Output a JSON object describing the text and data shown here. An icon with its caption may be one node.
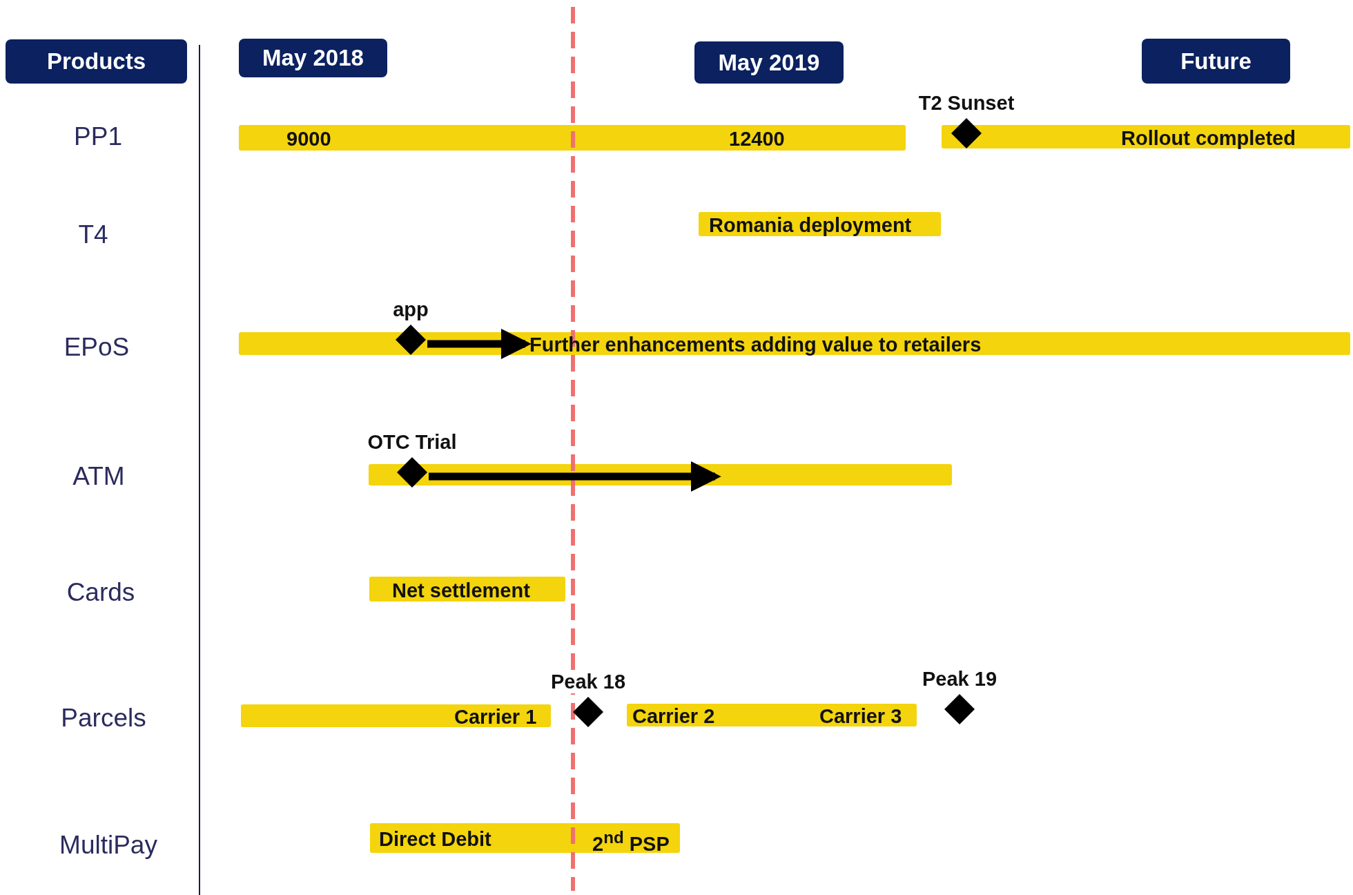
{
  "diagram": {
    "nodes": [
      {
        "text": [
          "Products"
        ]
      },
      {
        "text": [
          "May 2018"
        ]
      },
      {
        "text": [
          "May 2019"
        ]
      },
      {
        "text": [
          "Future"
        ]
      },
      {
        "text": [
          "T2 Sunset"
        ]
      },
      {
        "text": [
          "9000",
          "12400"
        ]
      },
      {
        "text": [
          "Rollout completed"
        ]
      },
      {
        "text": [
          "Romania deployment"
        ]
      },
      {
        "text": [
          "app"
        ]
      },
      {
        "text": [
          "Further enhancements adding value to retailers"
        ]
      },
      {
        "text": [
          "OTC Trial"
        ]
      },
      {
        "text": [],
        "shape": "bar"
      },
      {
        "text": [
          "Net settlement"
        ]
      },
      {
        "text": [
          "Peak 18"
        ]
      },
      {
        "text": [
          "Peak 19"
        ]
      },
      {
        "text": [
          "Carrier 1"
        ]
      },
      {
        "text": [
          "Carrier 2",
          "Carrier 3"
        ]
      },
      {
        "text": [
          "Direct Debit",
          "2$^{nd}$ PSP"
        ]
      }
    ],
    "edges": [
      {
        "from": 8,
        "to": 9,
        "arrow": "to"
      },
      {
        "from": 10,
        "to": 11,
        "arrow": "to"
      }
    ],
    "labels": [
      "PP1",
      "T4",
      "EPoS",
      "ATM",
      "Cards",
      "Parcels",
      "MultiPay"
    ]
  }
}
